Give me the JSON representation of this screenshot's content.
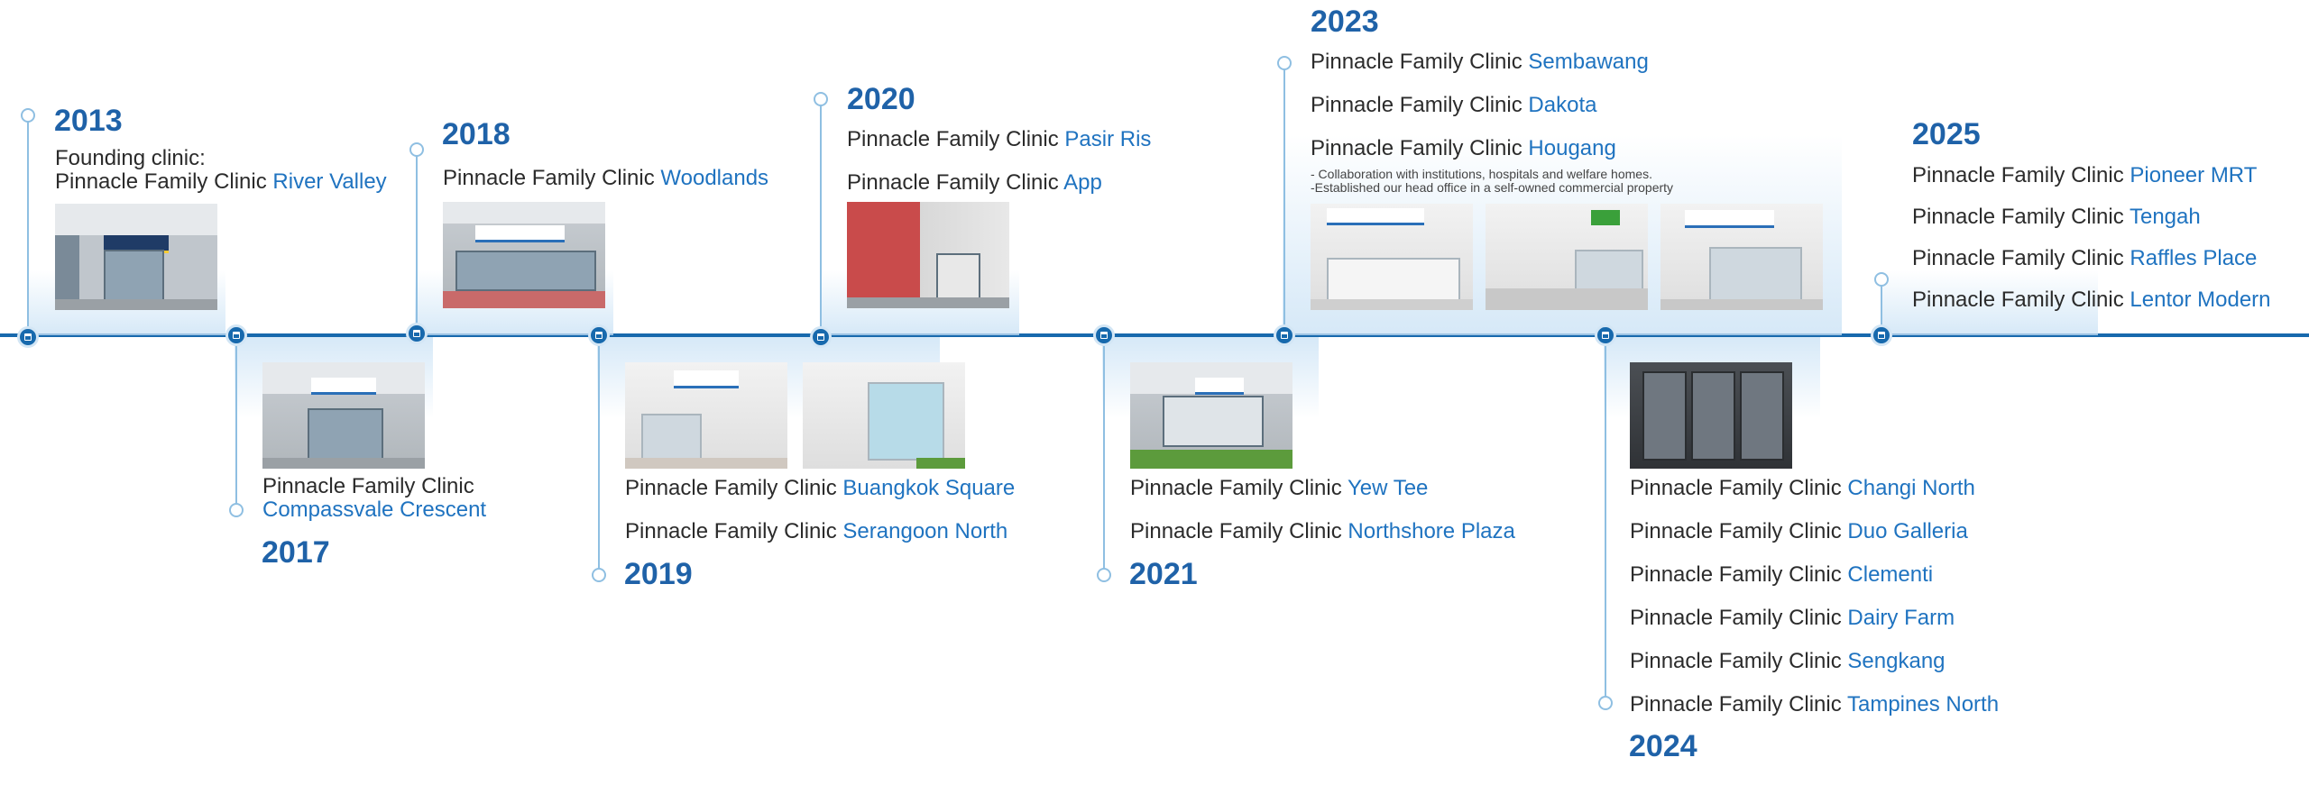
{
  "prefix": "Pinnacle Family Clinic",
  "founding_label": "Founding clinic:",
  "timeline": [
    {
      "year": "2013",
      "locations": [
        "River Valley"
      ]
    },
    {
      "year": "2017",
      "locations": [
        "Compassvale Crescent"
      ]
    },
    {
      "year": "2018",
      "locations": [
        "Woodlands"
      ]
    },
    {
      "year": "2019",
      "locations": [
        "Buangkok Square",
        "Serangoon North"
      ]
    },
    {
      "year": "2020",
      "locations": [
        "Pasir Ris",
        "App"
      ]
    },
    {
      "year": "2021",
      "locations": [
        "Yew Tee",
        "Northshore Plaza"
      ]
    },
    {
      "year": "2023",
      "locations": [
        "Sembawang",
        "Dakota",
        "Hougang"
      ],
      "notes": [
        "- Collaboration with institutions, hospitals and welfare homes.",
        "-Established our head office in a self-owned commercial property"
      ]
    },
    {
      "year": "2024",
      "locations": [
        "Changi North",
        "Duo Galleria",
        "Clementi",
        "Dairy Farm",
        "Sengkang",
        "Tampines North"
      ]
    },
    {
      "year": "2025",
      "locations": [
        "Pioneer MRT",
        "Tengah",
        "Raffles Place",
        "Lentor Modern"
      ]
    }
  ],
  "colors": {
    "axis": "#1769ad",
    "year": "#1f62a8",
    "location": "#1f73c0",
    "connector": "#8fbfe2"
  }
}
